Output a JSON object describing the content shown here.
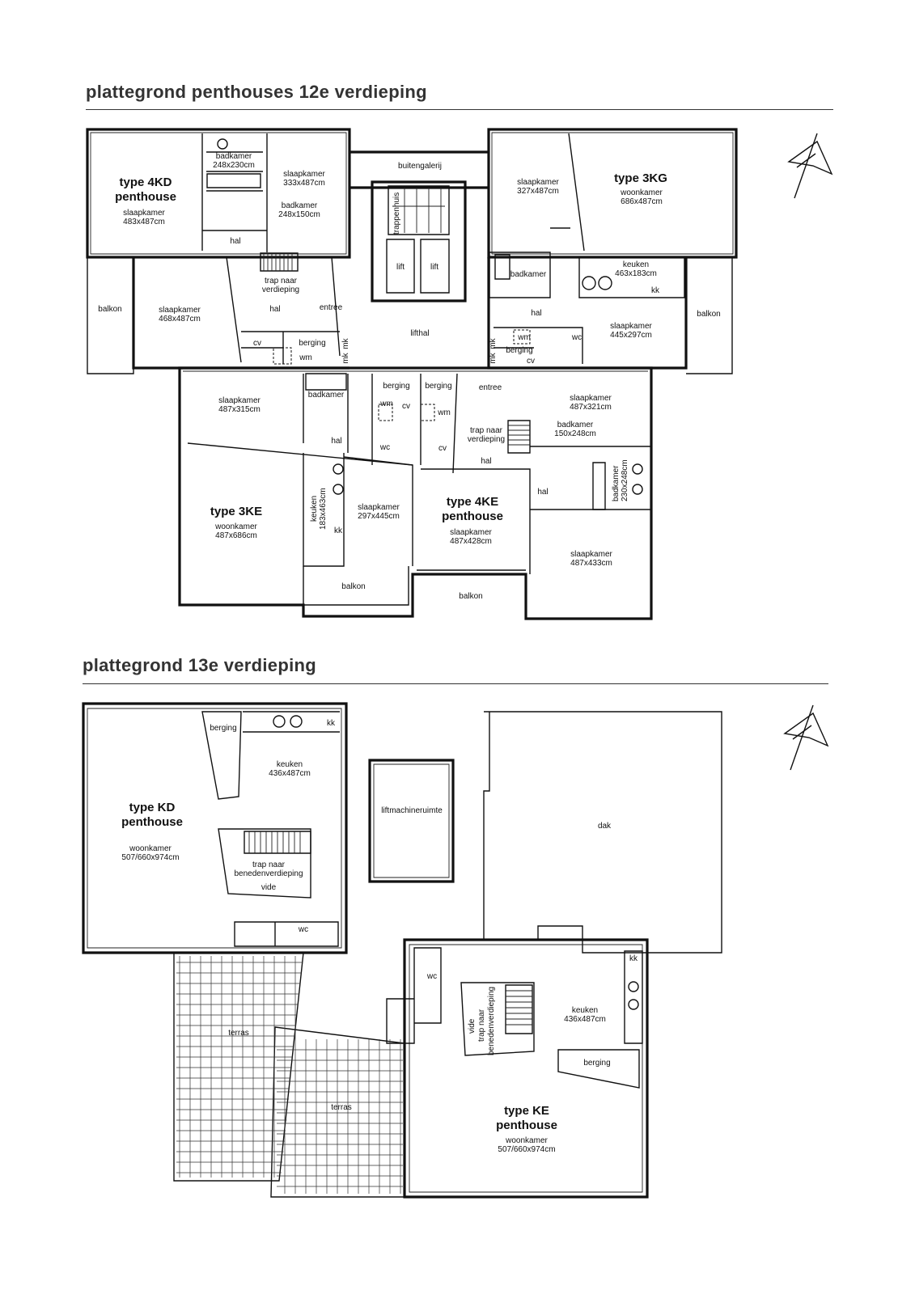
{
  "floor12": {
    "title": "plattegrond penthouses 12e verdieping",
    "rooms": {
      "badkamer_a": "badkamer",
      "badkamer_a_size": "248x230cm",
      "type4kd_line1": "type 4KD",
      "type4kd_line2": "penthouse",
      "slaap_a": "slaapkamer",
      "slaap_a_size": "483x487cm",
      "slaap_b": "slaapkamer",
      "slaap_b_size": "333x487cm",
      "badkamer_b": "badkamer",
      "badkamer_b_size": "248x150cm",
      "hal_a": "hal",
      "buitengalerij": "buitengalerij",
      "trappenhuis": "trappenhuis",
      "lift1": "lift",
      "lift2": "lift",
      "slaap_c": "slaapkamer",
      "slaap_c_size": "327x487cm",
      "type3kg_line1": "type 3KG",
      "woon_3kg": "woonkamer",
      "woon_3kg_size": "686x487cm",
      "badkamer_c": "badkamer",
      "keuken_a": "keuken",
      "keuken_a_size": "463x183cm",
      "kk_a": "kk",
      "balkon_a": "balkon",
      "slaap_d": "slaapkamer",
      "slaap_d_size": "468x487cm",
      "trap_a_1": "trap naar",
      "trap_a_2": "verdieping",
      "hal_b": "hal",
      "entree_a": "entree",
      "cv_a": "cv",
      "berging_a": "berging",
      "wm_a": "wm",
      "mk_a": "mk",
      "mk_b": "mk",
      "lifthal": "lifthal",
      "mk_c": "mk",
      "mk_d": "mk",
      "wm_b": "wm",
      "wc_a": "wc",
      "berging_b": "berging",
      "cv_b": "cv",
      "hal_c": "hal",
      "slaap_e": "slaapkamer",
      "slaap_e_size": "445x297cm",
      "balkon_b": "balkon",
      "slaap_f": "slaapkamer",
      "slaap_f_size": "487x315cm",
      "badkamer_d": "badkamer",
      "berging_c": "berging",
      "berging_d": "berging",
      "entree_b": "entree",
      "wm_c": "wm",
      "cv_c": "cv",
      "wm_d": "wm",
      "wc_b": "wc",
      "cv_d": "cv",
      "hal_d": "hal",
      "trap_b_1": "trap naar",
      "trap_b_2": "verdieping",
      "hal_e": "hal",
      "slaap_g": "slaapkamer",
      "slaap_g_size": "487x321cm",
      "badkamer_e": "badkamer",
      "badkamer_e_size": "150x248cm",
      "badkamer_f": "badkamer",
      "badkamer_f_size": "230x248cm",
      "hal_f": "hal",
      "type3ke_line1": "type 3KE",
      "woon_3ke": "woonkamer",
      "woon_3ke_size": "487x686cm",
      "keuken_b": "keuken",
      "keuken_b_size": "183x463cm",
      "kk_b": "kk",
      "slaap_h": "slaapkamer",
      "slaap_h_size": "297x445cm",
      "type4ke_line1": "type 4KE",
      "type4ke_line2": "penthouse",
      "slaap_i": "slaapkamer",
      "slaap_i_size": "487x428cm",
      "slaap_j": "slaapkamer",
      "slaap_j_size": "487x433cm",
      "balkon_c": "balkon",
      "balkon_d": "balkon"
    }
  },
  "floor13": {
    "title": "plattegrond 13e verdieping",
    "rooms": {
      "berging_a": "berging",
      "kk_a": "kk",
      "keuken_a": "keuken",
      "keuken_a_size": "436x487cm",
      "typekd_line1": "type KD",
      "typekd_line2": "penthouse",
      "woon_kd": "woonkamer",
      "woon_kd_size": "507/660x974cm",
      "trap_a_1": "trap naar",
      "trap_a_2": "benedenverdieping",
      "vide_a": "vide",
      "wc_a": "wc",
      "liftmachine": "liftmachineruimte",
      "dak": "dak",
      "terras_a": "terras",
      "terras_b": "terras",
      "wc_b": "wc",
      "vide_b": "vide",
      "trap_b_1": "trap naar",
      "trap_b_2": "benedenverdieping",
      "kk_b": "kk",
      "keuken_b": "keuken",
      "keuken_b_size": "436x487cm",
      "berging_b": "berging",
      "typeke_line1": "type KE",
      "typeke_line2": "penthouse",
      "woon_ke": "woonkamer",
      "woon_ke_size": "507/660x974cm"
    }
  },
  "icons": [
    "north-arrow-icon"
  ]
}
